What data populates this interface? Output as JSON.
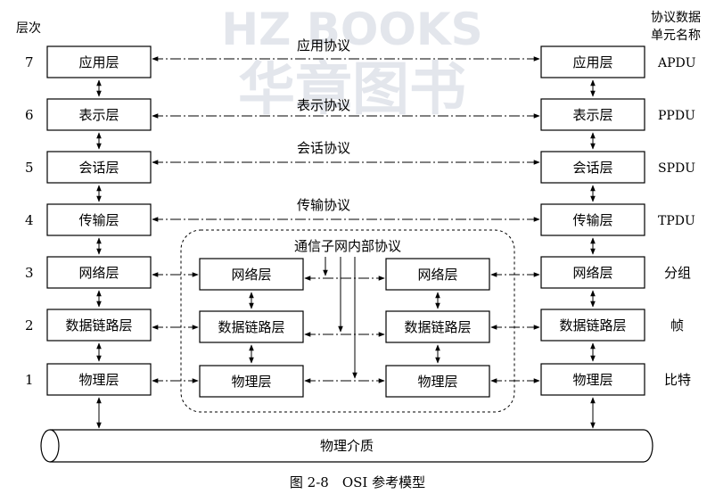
{
  "watermark": {
    "latin": "HZ BOOKS",
    "cjk": "华章图书"
  },
  "header": {
    "left": "层次",
    "right_line1": "协议数据",
    "right_line2": "单元名称"
  },
  "layers": [
    {
      "num": "7",
      "name": "应用层",
      "pdu": "APDU",
      "protocol": "应用协议"
    },
    {
      "num": "6",
      "name": "表示层",
      "pdu": "PPDU",
      "protocol": "表示协议"
    },
    {
      "num": "5",
      "name": "会话层",
      "pdu": "SPDU",
      "protocol": "会话协议"
    },
    {
      "num": "4",
      "name": "传输层",
      "pdu": "TPDU",
      "protocol": "传输协议"
    },
    {
      "num": "3",
      "name": "网络层",
      "pdu": "分组"
    },
    {
      "num": "2",
      "name": "数据链路层",
      "pdu": "帧"
    },
    {
      "num": "1",
      "name": "物理层",
      "pdu": "比特"
    }
  ],
  "subnet": {
    "title": "通信子网内部协议",
    "layers": [
      "网络层",
      "数据链路层",
      "物理层"
    ]
  },
  "medium": "物理介质",
  "caption": "图 2-8　OSI 参考模型"
}
